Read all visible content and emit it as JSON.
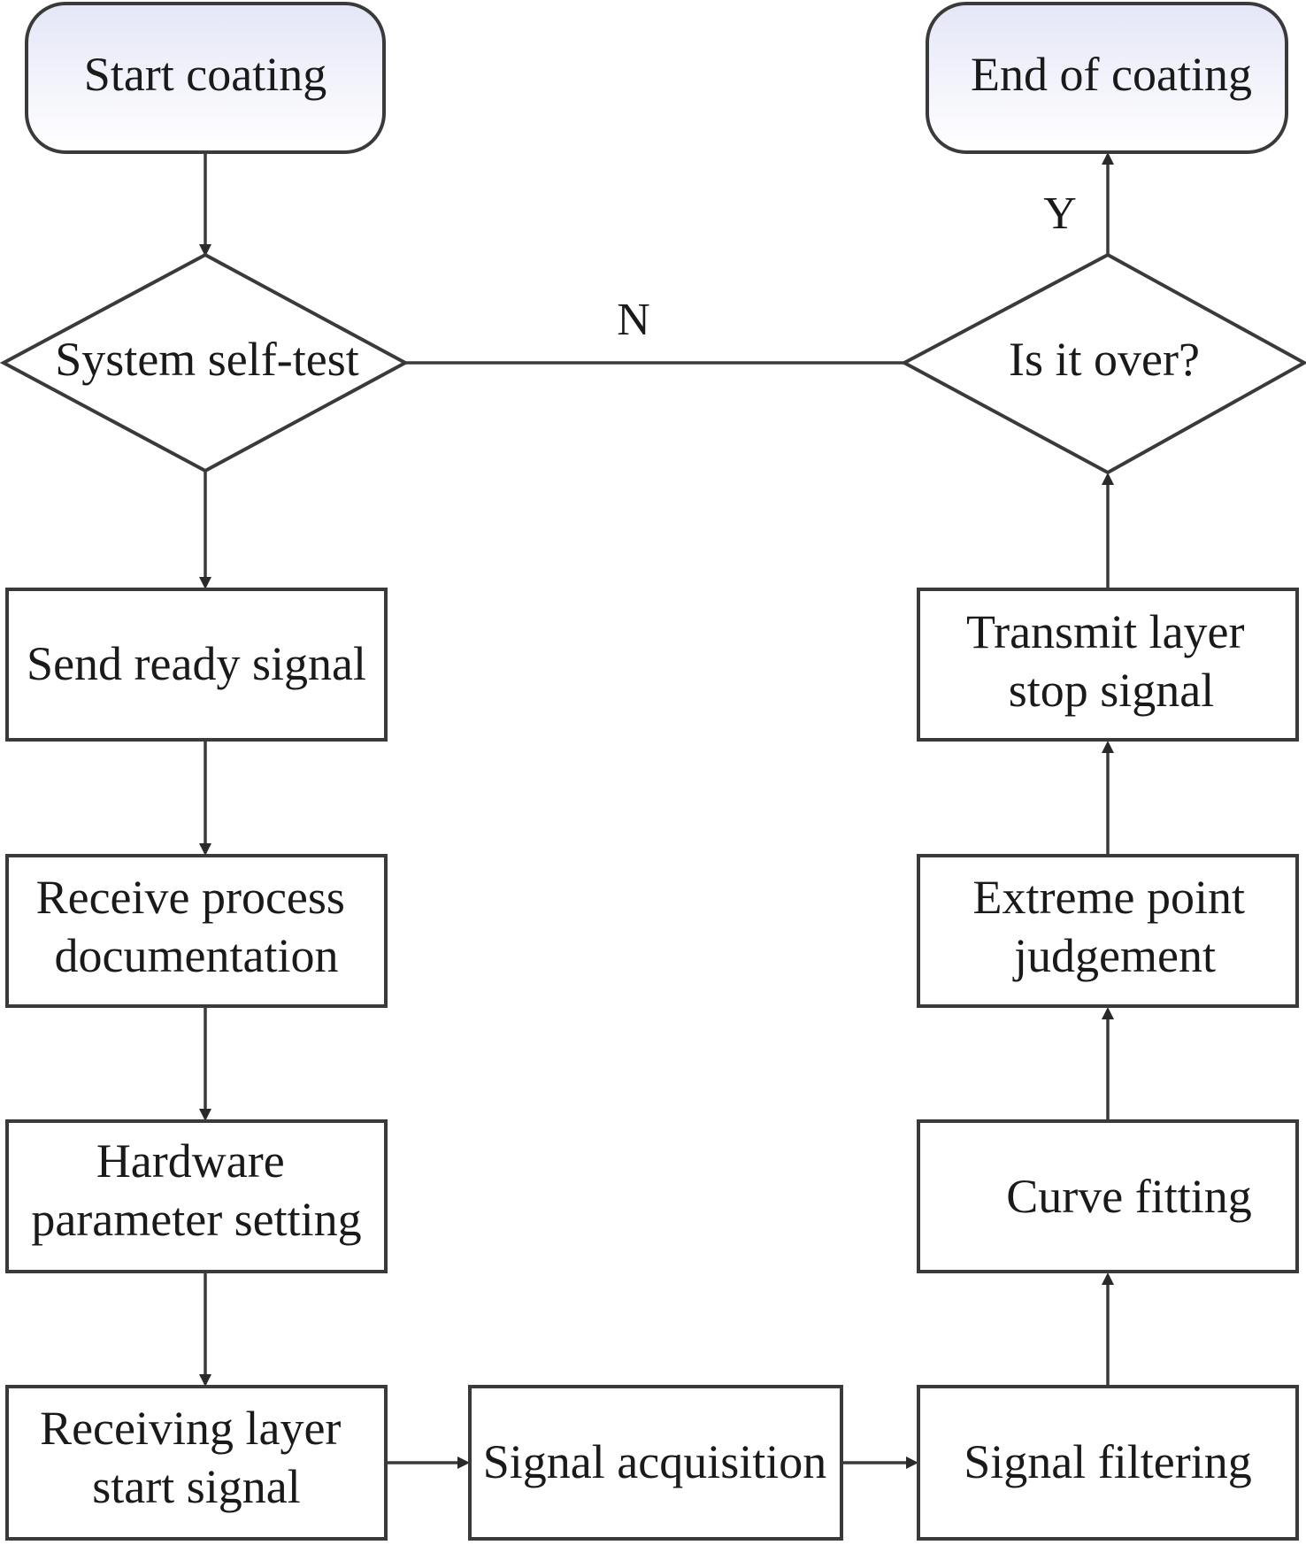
{
  "nodes": {
    "start": "Start coating",
    "end": "End of coating",
    "self_test": "System self-test",
    "is_over": "Is it over?",
    "send_ready": "Send ready signal",
    "receive_process": [
      "Receive process",
      "documentation"
    ],
    "hardware": [
      "Hardware",
      "parameter setting"
    ],
    "receiving_layer": [
      "Receiving layer",
      "start signal"
    ],
    "signal_acq": "Signal acquisition",
    "signal_filter": "Signal filtering",
    "curve_fit": "Curve fitting",
    "extreme": [
      "Extreme point",
      "judgement"
    ],
    "transmit": [
      "Transmit layer",
      "stop signal"
    ]
  },
  "edge_labels": {
    "no": "N",
    "yes": "Y"
  },
  "colors": {
    "stroke": "#3a3a3a",
    "terminal_gradient_top": "#e4e6f7",
    "terminal_gradient_bottom": "#ffffff"
  }
}
